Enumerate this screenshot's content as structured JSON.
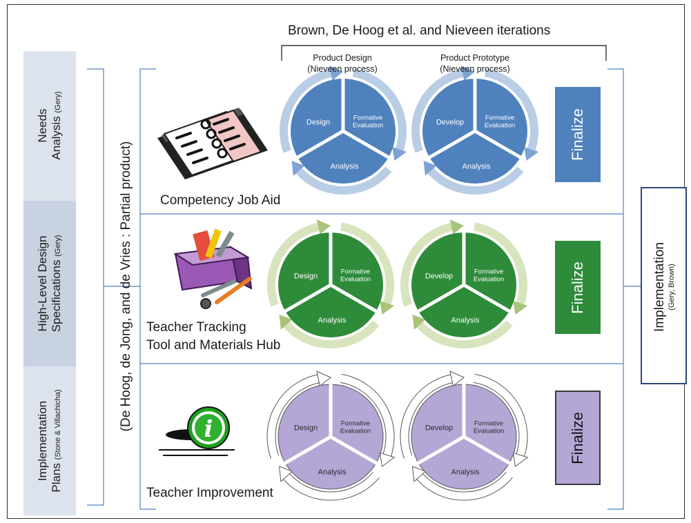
{
  "header": {
    "title": "Brown, De Hoog et al. and Nieveen iterations"
  },
  "columns": [
    {
      "line1": "Product  Design",
      "line2": "(Nieveen process)"
    },
    {
      "line1": "Product  Prototype",
      "line2": "(Nieveen process)"
    }
  ],
  "phases": [
    {
      "name": "Needs",
      "name2": "Analysis",
      "source": "(Gery)"
    },
    {
      "name": "High-Level Design",
      "name2": "Specifications",
      "source": "(Gery)"
    },
    {
      "name": "Implementation",
      "name2": "Plans",
      "source": "(Stone & Villachicha)"
    }
  ],
  "partial_label": "(De Hoog, de Jong, and de Vries : Partial product)",
  "implementation": {
    "title": "Implementation",
    "source": "(Gery, Brown)"
  },
  "products": [
    {
      "title": "Competency Job Aid",
      "icon": "binder-icon",
      "finalize": "Finalize",
      "cycle1": {
        "top": "Design",
        "right1": "Formative",
        "right2": "Evaluation",
        "bottom": "Analysis"
      },
      "cycle2": {
        "top": "Develop",
        "right1": "Formative",
        "right2": "Evaluation",
        "bottom": "Analysis"
      }
    },
    {
      "title": "Teacher Tracking",
      "title2": "Tool and Materials Hub",
      "icon": "toolbox-icon",
      "finalize": "Finalize",
      "cycle1": {
        "top": "Design",
        "right1": "Formative",
        "right2": "Evaluation",
        "bottom": "Analysis"
      },
      "cycle2": {
        "top": "Develop",
        "right1": "Formative",
        "right2": "Evaluation",
        "bottom": "Analysis"
      }
    },
    {
      "title": "Teacher Improvement",
      "icon": "info-icon",
      "finalize": "Finalize",
      "cycle1": {
        "top": "Design",
        "right1": "Formative",
        "right2": "Evaluation",
        "bottom": "Analysis"
      },
      "cycle2": {
        "top": "Develop",
        "right1": "Formative",
        "right2": "Evaluation",
        "bottom": "Analysis"
      }
    }
  ],
  "colors": {
    "blue": "#4f81bd",
    "blue_ring": "#b9cde5",
    "blue_arrow": "#7fa3d4",
    "green": "#2e8b3a",
    "green_ring": "#d7e4bd",
    "green_arrow": "#a7c47a",
    "purple": "#b4a7d6",
    "purple_ring": "#ffffff",
    "purple_arrow": "#9a8cc0",
    "phase_bg": "#dde3ec",
    "phase_bg_mid": "#c8d2e0"
  }
}
